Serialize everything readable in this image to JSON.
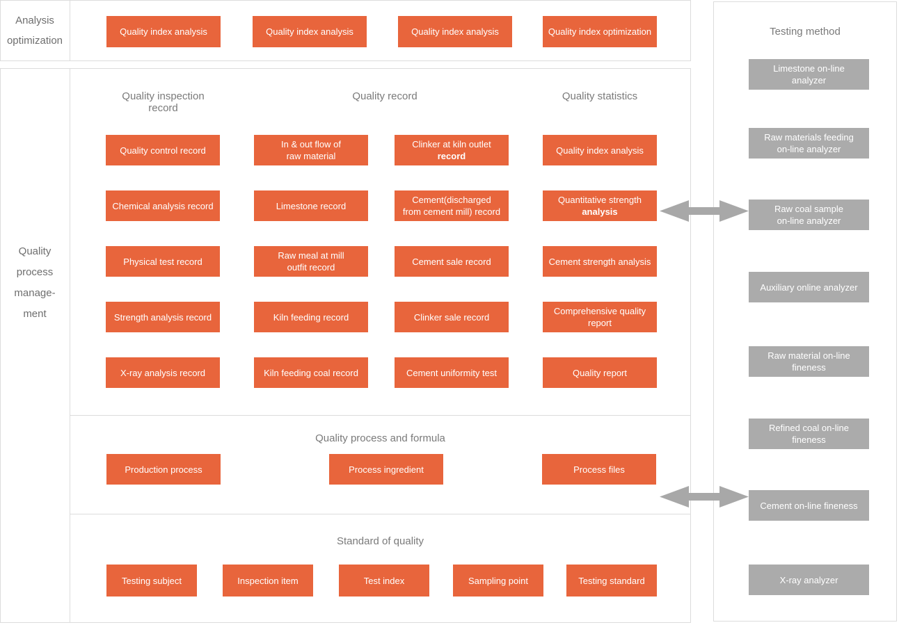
{
  "colors": {
    "accent_orange": "#e8653c",
    "gray_button": "#ababab",
    "panel_border": "#dcdcdc",
    "heading_text": "#7a7a7a",
    "arrow_gray": "#a8a8a8"
  },
  "analysis_optimization": {
    "label_lines": [
      "Analysis",
      "optimization"
    ],
    "buttons": [
      "Quality index analysis",
      "Quality index analysis",
      "Quality index analysis",
      "Quality index optimization"
    ]
  },
  "quality_process": {
    "label_lines": [
      "Quality",
      "process",
      "manage-",
      "ment"
    ],
    "records": {
      "heading_inspection": "Quality inspection record",
      "heading_record": "Quality record",
      "heading_statistics": "Quality statistics",
      "col_inspection": [
        "Quality control record",
        "Chemical analysis record",
        "Physical test record",
        "Strength analysis record",
        "X-ray analysis record"
      ],
      "col_record_a": [
        {
          "lines": [
            "In & out flow of",
            "raw material"
          ]
        },
        "Limestone record",
        {
          "lines": [
            "Raw meal at mill",
            "outfit record"
          ]
        },
        "Kiln feeding record",
        "Kiln feeding coal record"
      ],
      "col_record_b": [
        {
          "lines": [
            "Clinker at kiln outlet",
            "record"
          ],
          "bold": [
            false,
            true
          ]
        },
        {
          "lines": [
            "Cement(discharged",
            "from cement mill) record"
          ]
        },
        "Cement sale record",
        "Clinker sale record",
        "Cement uniformity test"
      ],
      "col_statistics": [
        "Quality index analysis",
        {
          "lines": [
            "Quantitative strength",
            "analysis"
          ],
          "bold": [
            false,
            true
          ]
        },
        "Cement strength analysis",
        {
          "lines": [
            "Comprehensive quality",
            "report"
          ]
        },
        "Quality report"
      ]
    },
    "process_formula": {
      "heading": "Quality process and formula",
      "buttons": [
        "Production process",
        "Process ingredient",
        "Process files"
      ]
    },
    "standard": {
      "heading": "Standard of quality",
      "buttons": [
        "Testing subject",
        "Inspection item",
        "Test index",
        "Sampling point",
        "Testing standard"
      ]
    }
  },
  "testing_method": {
    "heading": "Testing method",
    "buttons": [
      {
        "lines": [
          "Limestone on-line",
          "analyzer"
        ]
      },
      {
        "lines": [
          "Raw materials feeding",
          "on-line analyzer"
        ]
      },
      {
        "lines": [
          "Raw coal sample",
          "on-line analyzer"
        ]
      },
      "Auxiliary online analyzer",
      {
        "lines": [
          "Raw material on-line",
          "fineness"
        ]
      },
      {
        "lines": [
          "Refined coal on-line",
          "fineness"
        ]
      },
      "Cement on-line fineness",
      "X-ray analyzer"
    ]
  }
}
